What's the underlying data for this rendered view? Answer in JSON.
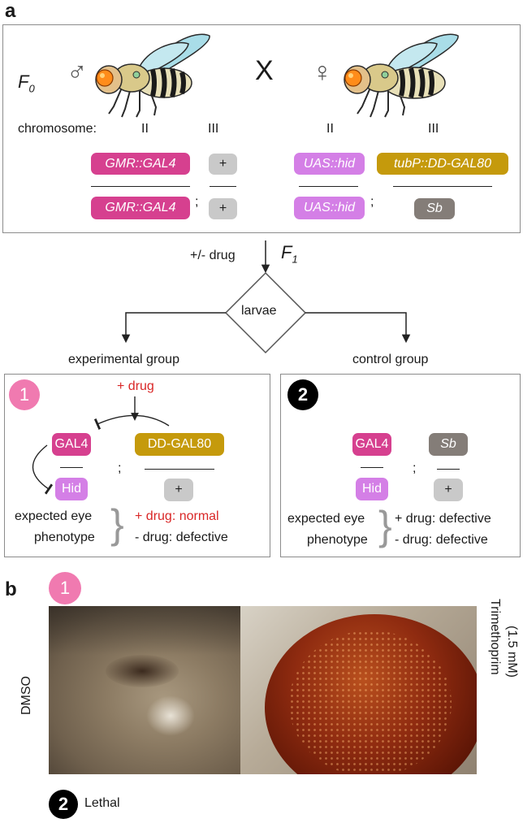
{
  "panel_a": {
    "letter": "a",
    "f0": "F",
    "f0_sub": "0",
    "male_symbol": "♂",
    "female_symbol": "♀",
    "cross": "X",
    "chromosome_label": "chromosome:",
    "chr_ii": "II",
    "chr_iii": "III",
    "male": {
      "top_ii": "GMR::GAL4",
      "bottom_ii": "GMR::GAL4",
      "top_iii": "+",
      "bottom_iii": "+"
    },
    "female": {
      "top_ii": "UAS::hid",
      "bottom_ii": "UAS::hid",
      "top_iii": "tubP::DD-GAL80",
      "bottom_iii": "Sb"
    },
    "separator": ";",
    "drug_label": "+/- drug",
    "f1": "F",
    "f1_sub": "1",
    "larvae": "larvae",
    "experimental_group": "experimental group",
    "control_group": "control group",
    "experimental": {
      "number": "1",
      "drug": "+ drug",
      "gal4": "GAL4",
      "hid": "Hid",
      "ddgal80": "DD-GAL80",
      "plus": "+",
      "expected_line1": "expected eye",
      "expected_line2": "phenotype",
      "outcome1": "+ drug: normal",
      "outcome2": "- drug: defective"
    },
    "control": {
      "number": "2",
      "gal4": "GAL4",
      "hid": "Hid",
      "sb": "Sb",
      "plus": "+",
      "expected_line1": "expected eye",
      "expected_line2": "phenotype",
      "outcome1": "+ drug: defective",
      "outcome2": "- drug: defective"
    }
  },
  "panel_b": {
    "letter": "b",
    "number1": "1",
    "left_label": "DMSO",
    "right_label_line1": "Trimethoprim",
    "right_label_line2": "(1.5 mM)",
    "number2": "2",
    "lethal": "Lethal"
  },
  "colors": {
    "gal4_pink": "#d6408f",
    "hid_lavender": "#d47fe6",
    "gal80_gold": "#c59a0c",
    "sb_gray": "#847d78",
    "wildtype_gray": "#c9c9c9",
    "drug_red": "#d92626"
  }
}
